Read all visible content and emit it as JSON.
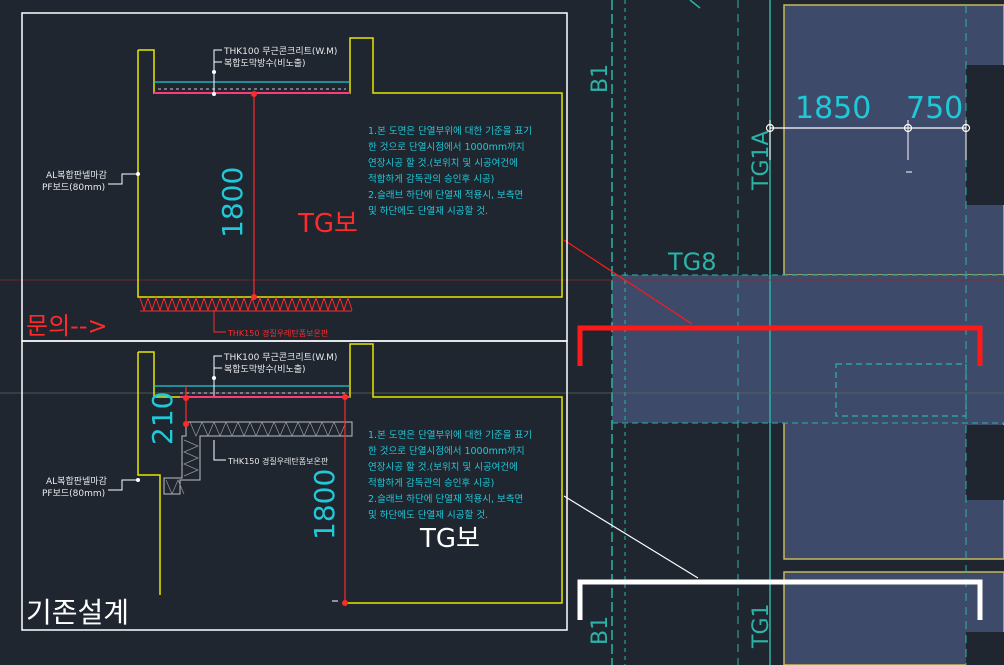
{
  "top_detail": {
    "label_slab": "THK100 무근콘크리트(W.M)",
    "label_waterproof": "복합도막방수(비노출)",
    "label_side_panel_1": "AL복합판넬마감",
    "label_side_panel_2": "PF보드(80mm)",
    "dimension": "1800",
    "beam_label": "TG보",
    "note_lines": [
      "1.본 도면은 단열부위에 대한 기준을 표기",
      "한 것으로 단열시점에서 1000mm까지",
      "연장시공 할 것.(보위치 및 시공여건에",
      "적합하게 감독관의 승인후 시공)",
      "2.슬래브 하단에 단열재 적용시, 보측면",
      "및 하단에도 단열재 시공할 것."
    ],
    "insulation_label": "THK150 경질우레탄폼보온판"
  },
  "bottom_detail": {
    "label_slab": "THK100 무근콘크리트(W.M)",
    "label_waterproof": "복합도막방수(비노출)",
    "label_side_panel_1": "AL복합판넬마감",
    "label_side_panel_2": "PF보드(80mm)",
    "dimension_height": "1800",
    "dimension_offset": "210",
    "beam_label": "TG보",
    "insulation_label": "THK150 경질우레탄폼보온판",
    "note_lines": [
      "1.본 도면은 단열부위에 대한 기준을 표기",
      "한 것으로 단열시점에서 1000mm까지",
      "연장시공 할 것.(보위치 및 시공여건에",
      "적합하게 감독관의 승인후 시공)",
      "2.슬래브 하단에 단열재 적용시, 보측면",
      "및 하단에도 단열재 시공할 것."
    ]
  },
  "annotations": {
    "question": "문의-->",
    "existing_design": "기존설계"
  },
  "plan": {
    "grid_b1_top": "B1",
    "grid_b1_bottom": "B1",
    "beam_tg1a": "TG1A",
    "beam_tg8": "TG8",
    "beam_tg1": "TG1",
    "dim_1850": "1850",
    "dim_750": "750"
  },
  "colors": {
    "background": "#1f2630",
    "frame": "#ffffff",
    "section_outline": "#e6e600",
    "dimension_red": "#ff2a2a",
    "cyan_text": "#1fc9d8",
    "beam_fill": "#3d4a6a",
    "teal_grid": "#2bb3a8"
  }
}
